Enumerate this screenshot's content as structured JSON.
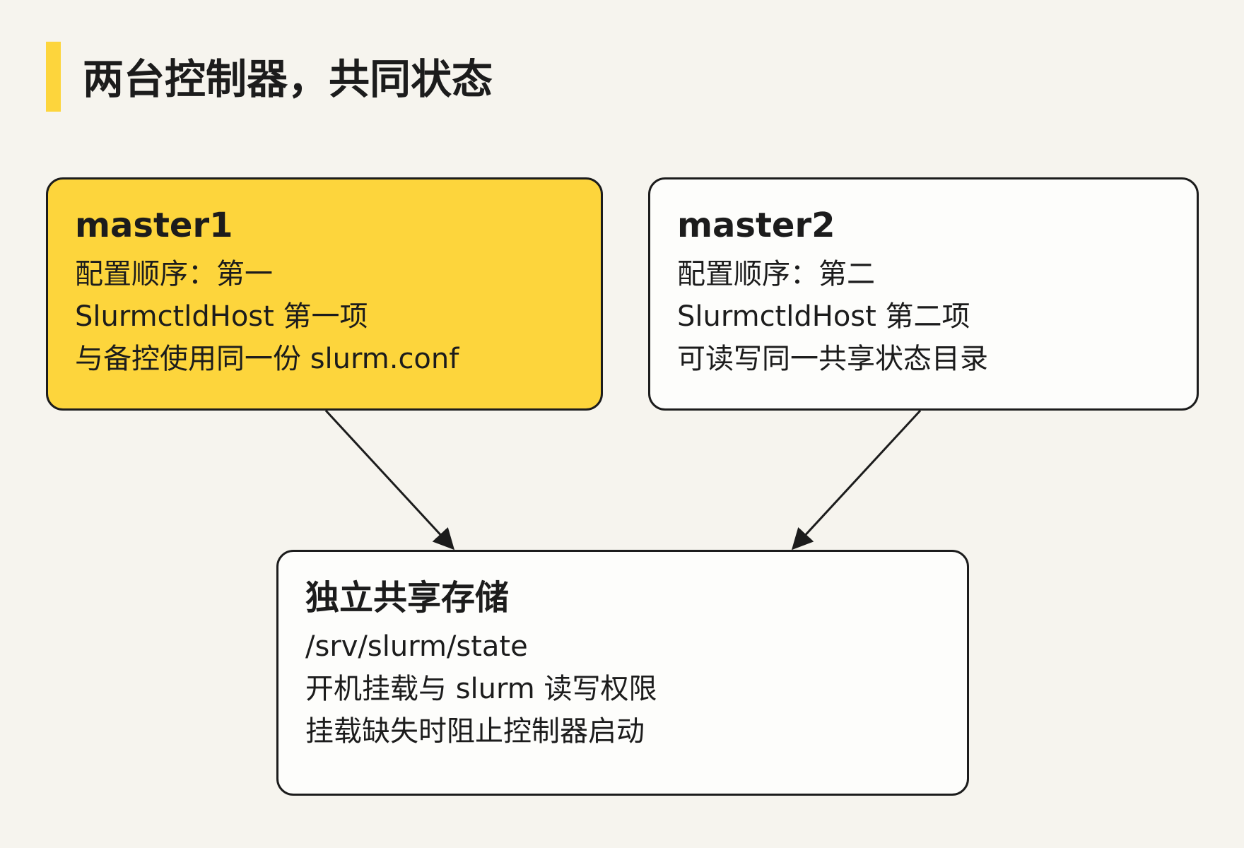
{
  "title": "两台控制器，共同状态",
  "nodes": {
    "master1": {
      "title": "master1",
      "lines": [
        "配置顺序：第一",
        "SlurmctldHost 第一项",
        "与备控使用同一份 slurm.conf"
      ]
    },
    "master2": {
      "title": "master2",
      "lines": [
        "配置顺序：第二",
        "SlurmctldHost 第二项",
        "可读写同一共享状态目录"
      ]
    },
    "storage": {
      "title": "独立共享存储",
      "lines": [
        "/srv/slurm/state",
        "开机挂载与 slurm 读写权限",
        "挂载缺失时阻止控制器启动"
      ]
    }
  },
  "colors": {
    "accent": "#fdd53c",
    "background": "#f6f4ee",
    "box": "#fdfdfb",
    "stroke": "#1c1c1c"
  }
}
